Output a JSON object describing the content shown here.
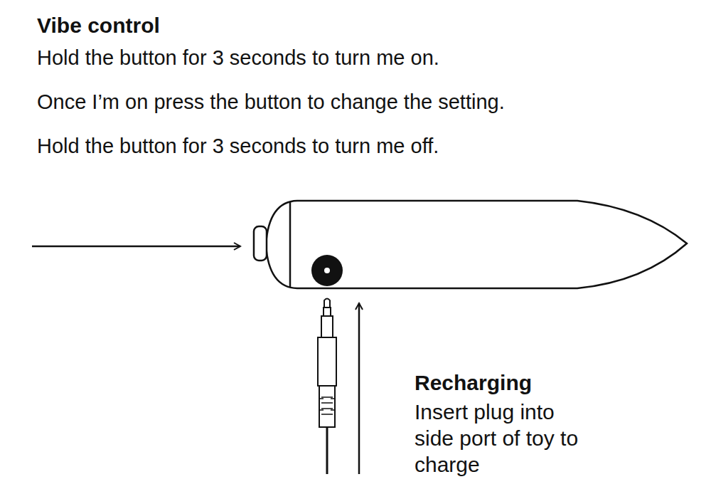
{
  "diagram": {
    "labels": [
      "Vibe control",
      "Hold the button for 3 seconds to turn me on.",
      "Once I’m on press the button to change the setting.",
      "Hold the button for 3 seconds to turn me off.",
      "Recharging",
      "Insert plug into side port of toy to charge"
    ]
  }
}
